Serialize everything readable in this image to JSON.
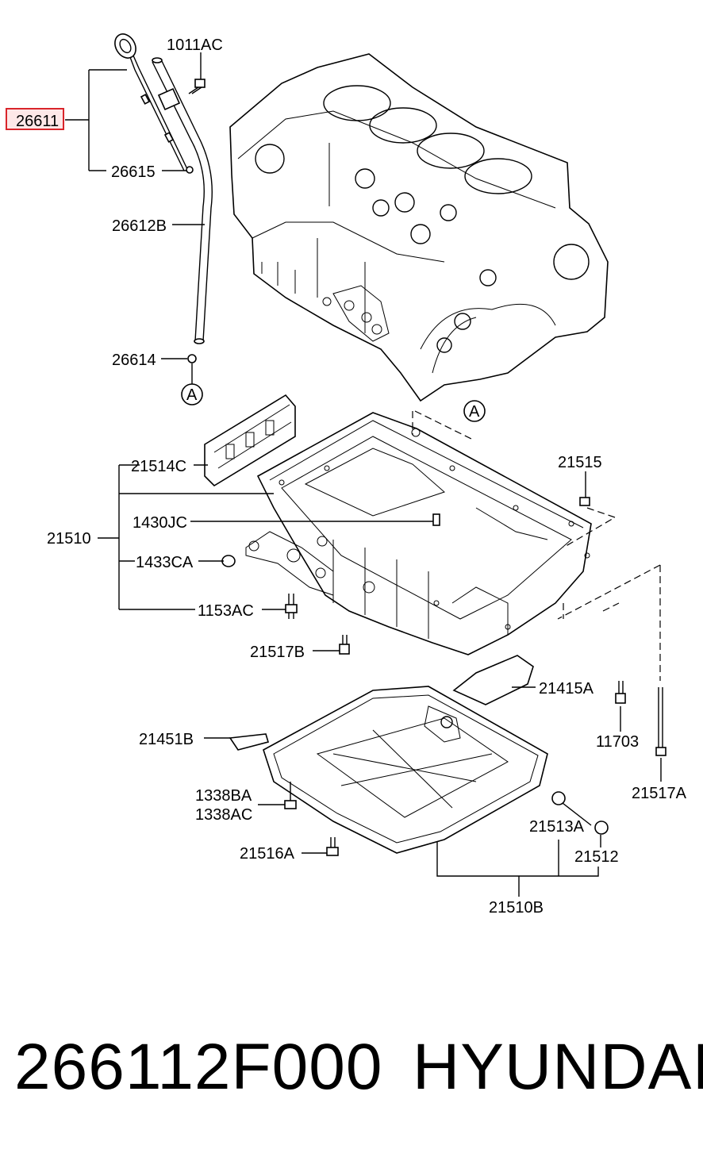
{
  "parts": {
    "p26611": "26611",
    "p1011AC": "1011AC",
    "p26615": "26615",
    "p26612B": "26612B",
    "p26614": "26614",
    "refA1": "A",
    "refA2": "A",
    "p21514C": "21514C",
    "p21515": "21515",
    "p21510": "21510",
    "p1430JC": "1430JC",
    "p1433CA": "1433CA",
    "p1153AC": "1153AC",
    "p21517B": "21517B",
    "p21415A": "21415A",
    "p11703": "11703",
    "p21451B": "21451B",
    "p21517A": "21517A",
    "p1338BA": "1338BA",
    "p1338AC": "1338AC",
    "p21513A": "21513A",
    "p21512": "21512",
    "p21516A": "21516A",
    "p21510B": "21510B"
  },
  "highlight_color": "#d9252b",
  "footer": {
    "part_number": "266112F000",
    "brand": "HYUNDAI"
  }
}
